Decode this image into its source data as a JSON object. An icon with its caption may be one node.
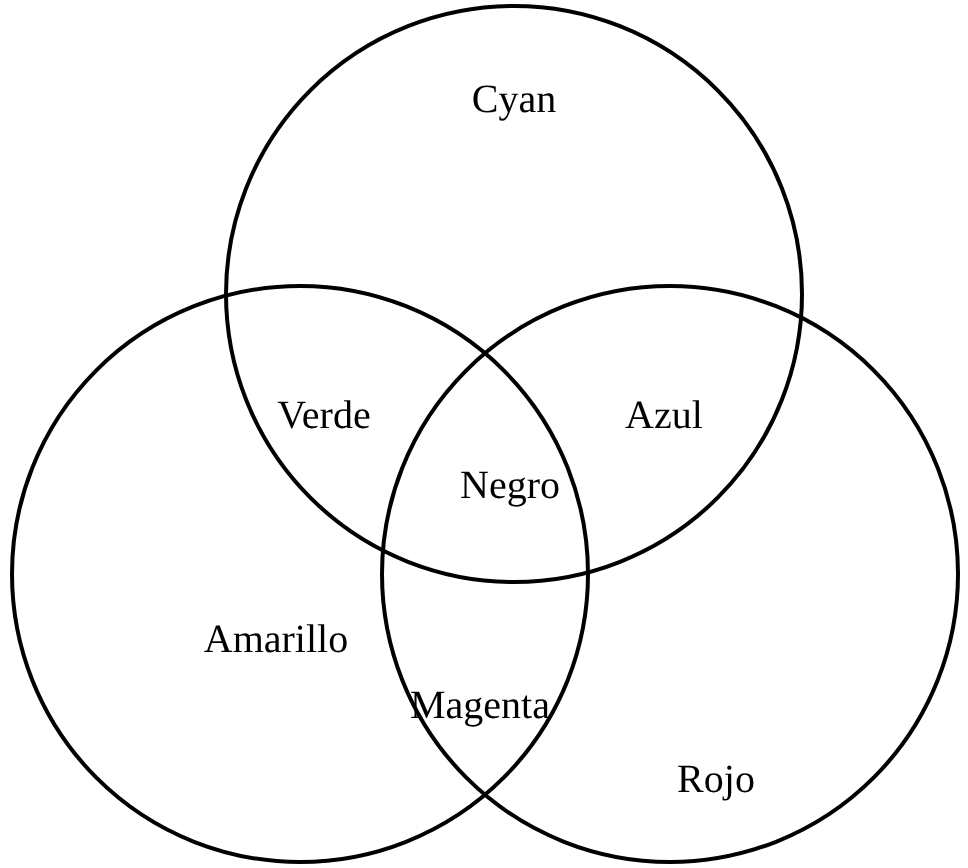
{
  "diagram": {
    "nodes": [
      {
        "text": [
          "Cyan"
        ]
      },
      {
        "text": [
          "Amarillo"
        ]
      },
      {
        "text": [
          "Rojo"
        ]
      }
    ],
    "labels": [
      "Verde",
      "Azul",
      "Negro",
      "Magenta"
    ]
  }
}
